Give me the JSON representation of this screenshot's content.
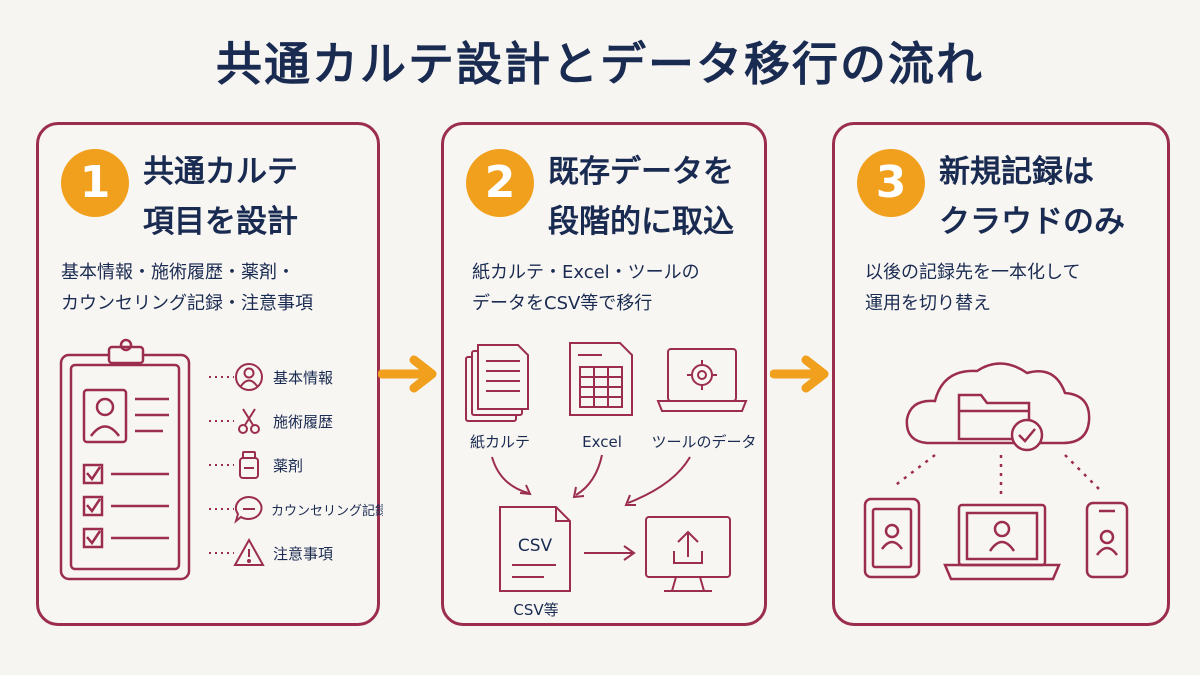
{
  "title": "共通カルテ設計とデータ移行の流れ",
  "colors": {
    "accent": "#9b2d4e",
    "badge": "#f1a01e",
    "text": "#1a2b52",
    "background": "#f7f5f1"
  },
  "steps": [
    {
      "number": "1",
      "heading": [
        "共通カルテ",
        "項目を設計"
      ],
      "description": [
        "基本情報・施術履歴・薬剤・",
        "カウンセリング記録・注意事項"
      ],
      "items": [
        {
          "icon": "person-icon",
          "label": "基本情報"
        },
        {
          "icon": "scissors-icon",
          "label": "施術履歴"
        },
        {
          "icon": "bottle-icon",
          "label": "薬剤"
        },
        {
          "icon": "speech-bubble-icon",
          "label": "カウンセリング記録"
        },
        {
          "icon": "warning-icon",
          "label": "注意事項"
        }
      ]
    },
    {
      "number": "2",
      "heading": [
        "既存データを",
        "段階的に取込"
      ],
      "description": [
        "紙カルテ・Excel・ツールの",
        "データをCSV等で移行"
      ],
      "sources": [
        {
          "icon": "paper-stack-icon",
          "label": "紙カルテ"
        },
        {
          "icon": "spreadsheet-icon",
          "label": "Excel"
        },
        {
          "icon": "laptop-gear-icon",
          "label": "ツールのデータ"
        }
      ],
      "csv_icon_text": "CSV",
      "csv_label": "CSV等"
    },
    {
      "number": "3",
      "heading": [
        "新規記録は",
        "クラウドのみ"
      ],
      "description": [
        "以後の記録先を一本化して",
        "運用を切り替え"
      ]
    }
  ]
}
